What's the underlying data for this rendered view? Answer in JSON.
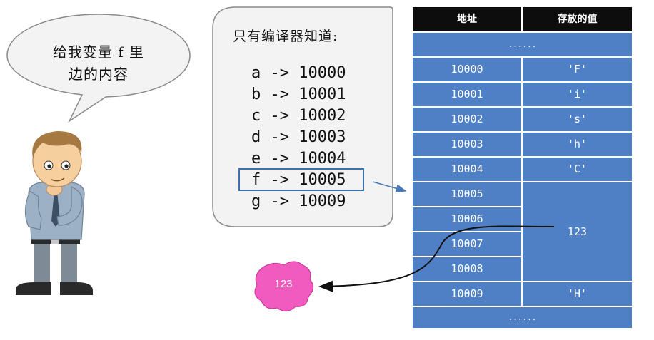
{
  "speech": {
    "line1": "给我变量 f 里",
    "line2": "边的内容"
  },
  "compiler": {
    "title": "只有编译器知道:",
    "mappings": [
      "a -> 10000",
      "b -> 10001",
      "c -> 10002",
      "d -> 10003",
      "e -> 10004",
      "f -> 10005",
      "g -> 10009"
    ],
    "highlighted_index": 5
  },
  "memory": {
    "headers": {
      "address": "地址",
      "value": "存放的值"
    },
    "ellipsis": "......",
    "rows": [
      {
        "address": "10000",
        "value": "'F'"
      },
      {
        "address": "10001",
        "value": "'i'"
      },
      {
        "address": "10002",
        "value": "'s'"
      },
      {
        "address": "10003",
        "value": "'h'"
      },
      {
        "address": "10004",
        "value": "'C'"
      },
      {
        "address": "10005",
        "value": ""
      },
      {
        "address": "10006",
        "value": ""
      },
      {
        "address": "10007",
        "value": ""
      },
      {
        "address": "10008",
        "value": ""
      },
      {
        "address": "10009",
        "value": "'H'"
      }
    ],
    "merged_value": "123",
    "merged_span": [
      "10005",
      "10008"
    ]
  },
  "result": {
    "label": "123"
  },
  "colors": {
    "table_blue": "#4f80c6",
    "header_black": "#0d0d0d",
    "blob_pink": "#f15bbf",
    "arrow_blue": "#4a79b5"
  },
  "icons": {
    "character": "thinking-man-icon"
  }
}
